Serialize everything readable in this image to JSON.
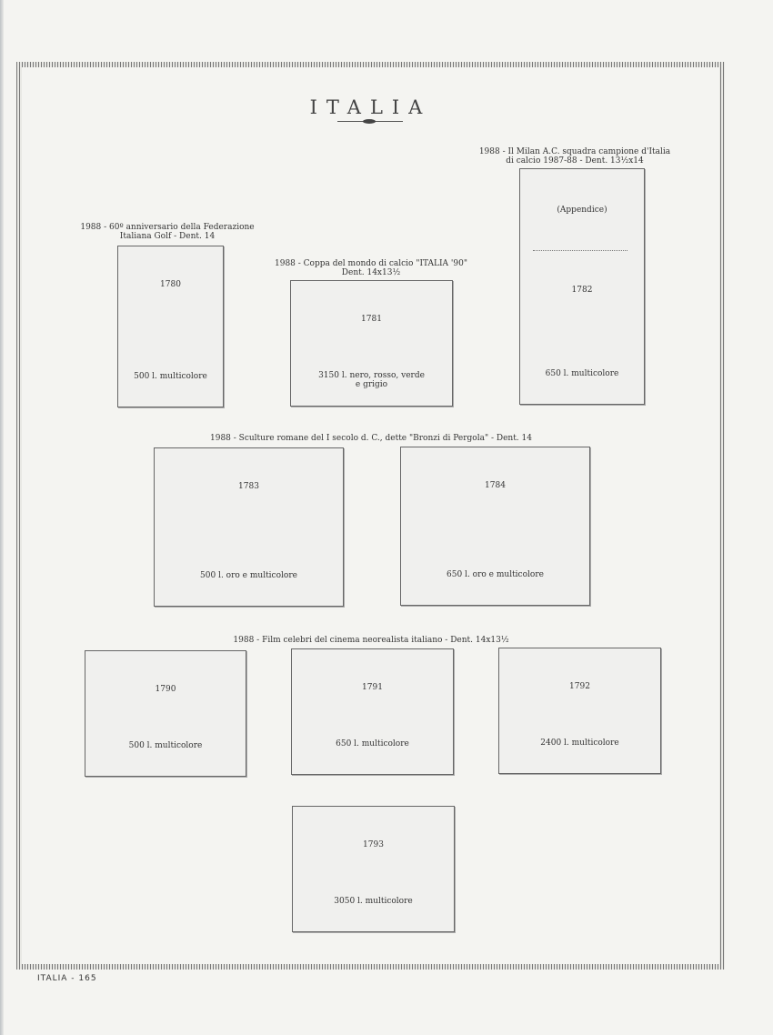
{
  "page_title": "ITALIA",
  "footer": "ITALIA - 165",
  "captions": {
    "golf_1": "1988 - 60º anniversario della Federazione",
    "golf_2": "Italiana Golf - Dent. 14",
    "coppa_1": "1988 - Coppa del mondo di calcio \"ITALIA '90\"",
    "coppa_2": "Dent. 14x13½",
    "milan_1": "1988 - Il Milan A.C. squadra campione d'Italia",
    "milan_2": "di calcio 1987-88 - Dent. 13½x14",
    "sculture": "1988 - Sculture romane del I secolo d. C., dette \"Bronzi di Pergola\" - Dent. 14",
    "film": "1988 - Film celebri del cinema neorealista italiano - Dent. 14x13½"
  },
  "stamps": {
    "s1780": {
      "number": "1780",
      "value": "500 l. multicolore"
    },
    "s1781": {
      "number": "1781",
      "value": "3150 l. nero, rosso, verde",
      "value2": "e grigio"
    },
    "s1782": {
      "appendix": "(Appendice)",
      "number": "1782",
      "value": "650 l. multicolore"
    },
    "s1783": {
      "number": "1783",
      "value": "500 l. oro e multicolore"
    },
    "s1784": {
      "number": "1784",
      "value": "650 l. oro e multicolore"
    },
    "s1790": {
      "number": "1790",
      "value": "500 l. multicolore"
    },
    "s1791": {
      "number": "1791",
      "value": "650 l. multicolore"
    },
    "s1792": {
      "number": "1792",
      "value": "2400 l. multicolore"
    },
    "s1793": {
      "number": "1793",
      "value": "3050 l. multicolore"
    }
  }
}
